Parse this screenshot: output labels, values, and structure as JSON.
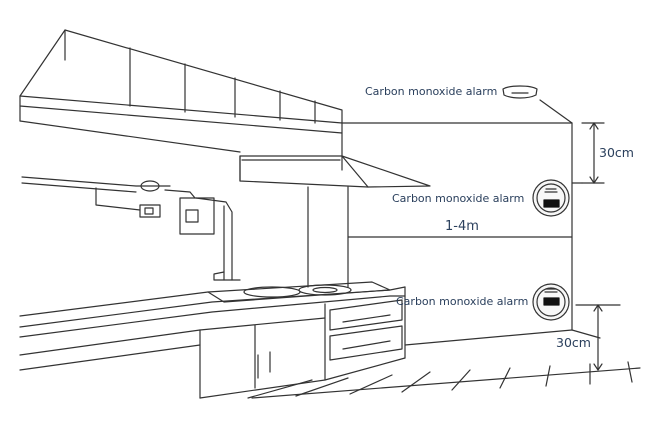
{
  "labels": {
    "alarm_ceiling": "Carbon monoxide alarm",
    "alarm_wall_high": "Carbon monoxide alarm",
    "alarm_wall_low": "Carbon monoxide alarm",
    "dist_ceiling": "30cm",
    "dist_range": "1-4m",
    "dist_floor": "30cm"
  },
  "colors": {
    "line": "#333333",
    "text": "#2a3f5c",
    "display": "#111111"
  },
  "icons": [
    "ceiling-alarm-icon",
    "wall-alarm-icon"
  ]
}
